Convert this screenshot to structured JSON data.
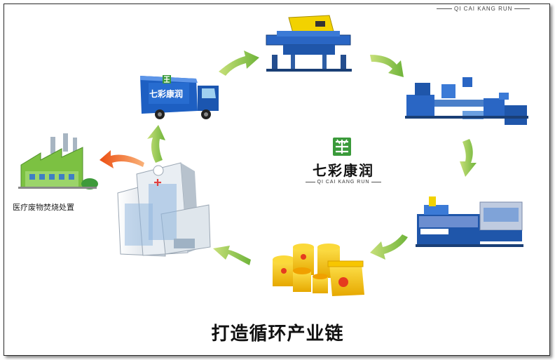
{
  "brand": {
    "name_cn": "七彩康润",
    "name_en": "QI CAI KANG RUN",
    "truck_name_cn": "七彩康润"
  },
  "incineration_label": "医疗废物焚烧处置",
  "footer_title": "打造循环产业链",
  "colors": {
    "arrow_green": "#8cc63f",
    "arrow_orange": "#f26522",
    "machine_blue": "#2a66c4",
    "container_yellow": "#f7c600",
    "logo_green": "#3a9a3a"
  },
  "nodes": [
    {
      "id": "truck",
      "icon": "transport-truck-icon"
    },
    {
      "id": "shredder",
      "icon": "shredder-machine-icon"
    },
    {
      "id": "extruder",
      "icon": "extruder-machine-icon"
    },
    {
      "id": "injection",
      "icon": "injection-molding-machine-icon"
    },
    {
      "id": "containers",
      "icon": "sharps-container-icon"
    },
    {
      "id": "hospital",
      "icon": "hospital-icon"
    },
    {
      "id": "factory",
      "icon": "incineration-factory-icon"
    }
  ]
}
